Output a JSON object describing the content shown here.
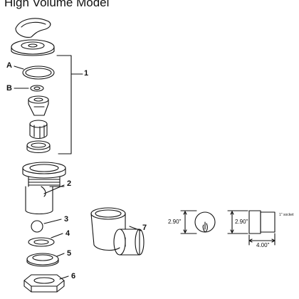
{
  "title": "High Volume Model",
  "callouts": {
    "a": "A",
    "b": "B",
    "p1": "1",
    "p2": "2",
    "p3": "3",
    "p4": "4",
    "p5": "5",
    "p6": "6",
    "p7": "7"
  },
  "dimensions": {
    "front_height": "2.90\"",
    "side_height": "2.90\"",
    "side_width": "4.00\"",
    "side_note": "1\" socket"
  }
}
